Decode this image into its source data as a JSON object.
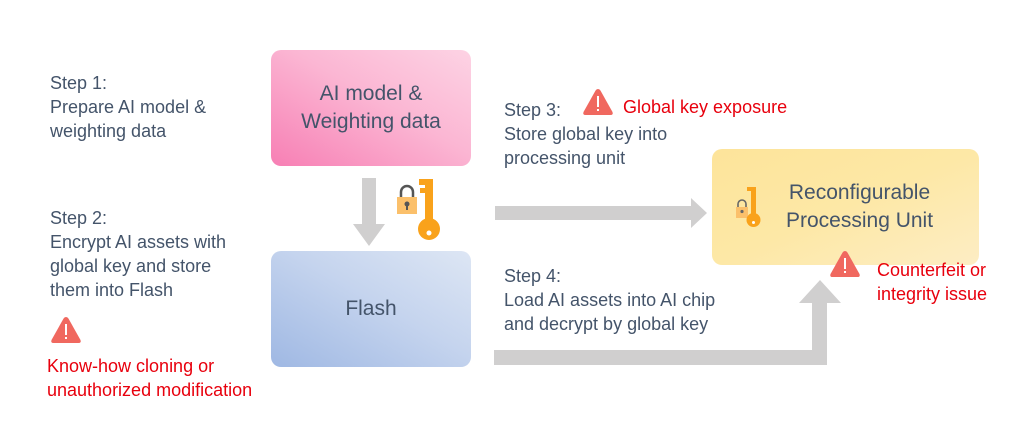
{
  "steps": {
    "step1": {
      "title": "Step 1:",
      "lines": [
        "Prepare AI model &",
        "weighting data"
      ]
    },
    "step2": {
      "title": "Step 2:",
      "lines": [
        "Encrypt AI assets with",
        "global key and store",
        "them into Flash"
      ]
    },
    "step3": {
      "title": "Step 3:",
      "lines": [
        "Store global key into",
        "processing unit"
      ]
    },
    "step4": {
      "title": "Step 4:",
      "lines": [
        "Load AI assets into AI chip",
        "and decrypt by global key"
      ]
    }
  },
  "boxes": {
    "ai_model": {
      "lines": [
        "AI model &",
        "Weighting data"
      ]
    },
    "flash": {
      "lines": [
        "Flash"
      ]
    },
    "rpu": {
      "lines": [
        "Reconfigurable",
        "Processing Unit"
      ]
    }
  },
  "risks": {
    "global_key": {
      "lines": [
        "Global key exposure"
      ],
      "icon": "warning-icon"
    },
    "cloning": {
      "lines": [
        "Know-how cloning or",
        "unauthorized modification"
      ],
      "icon": "warning-icon"
    },
    "counterfeit": {
      "lines": [
        "Counterfeit or",
        "integrity issue"
      ],
      "icon": "warning-icon"
    }
  },
  "icons": {
    "lock_key": "lock-and-key-icon",
    "arrow": "arrow-icon"
  },
  "colors": {
    "text": "#44546a",
    "risk_text": "#e8000d",
    "warning": "#f0685f",
    "key": "#f9a21b",
    "lock": "#fbc06b",
    "arrow": "#d0cfcf",
    "ai_box": "#f77fb4",
    "flash_box": "#9fb8e3",
    "rpu_box": "#fde49a"
  }
}
